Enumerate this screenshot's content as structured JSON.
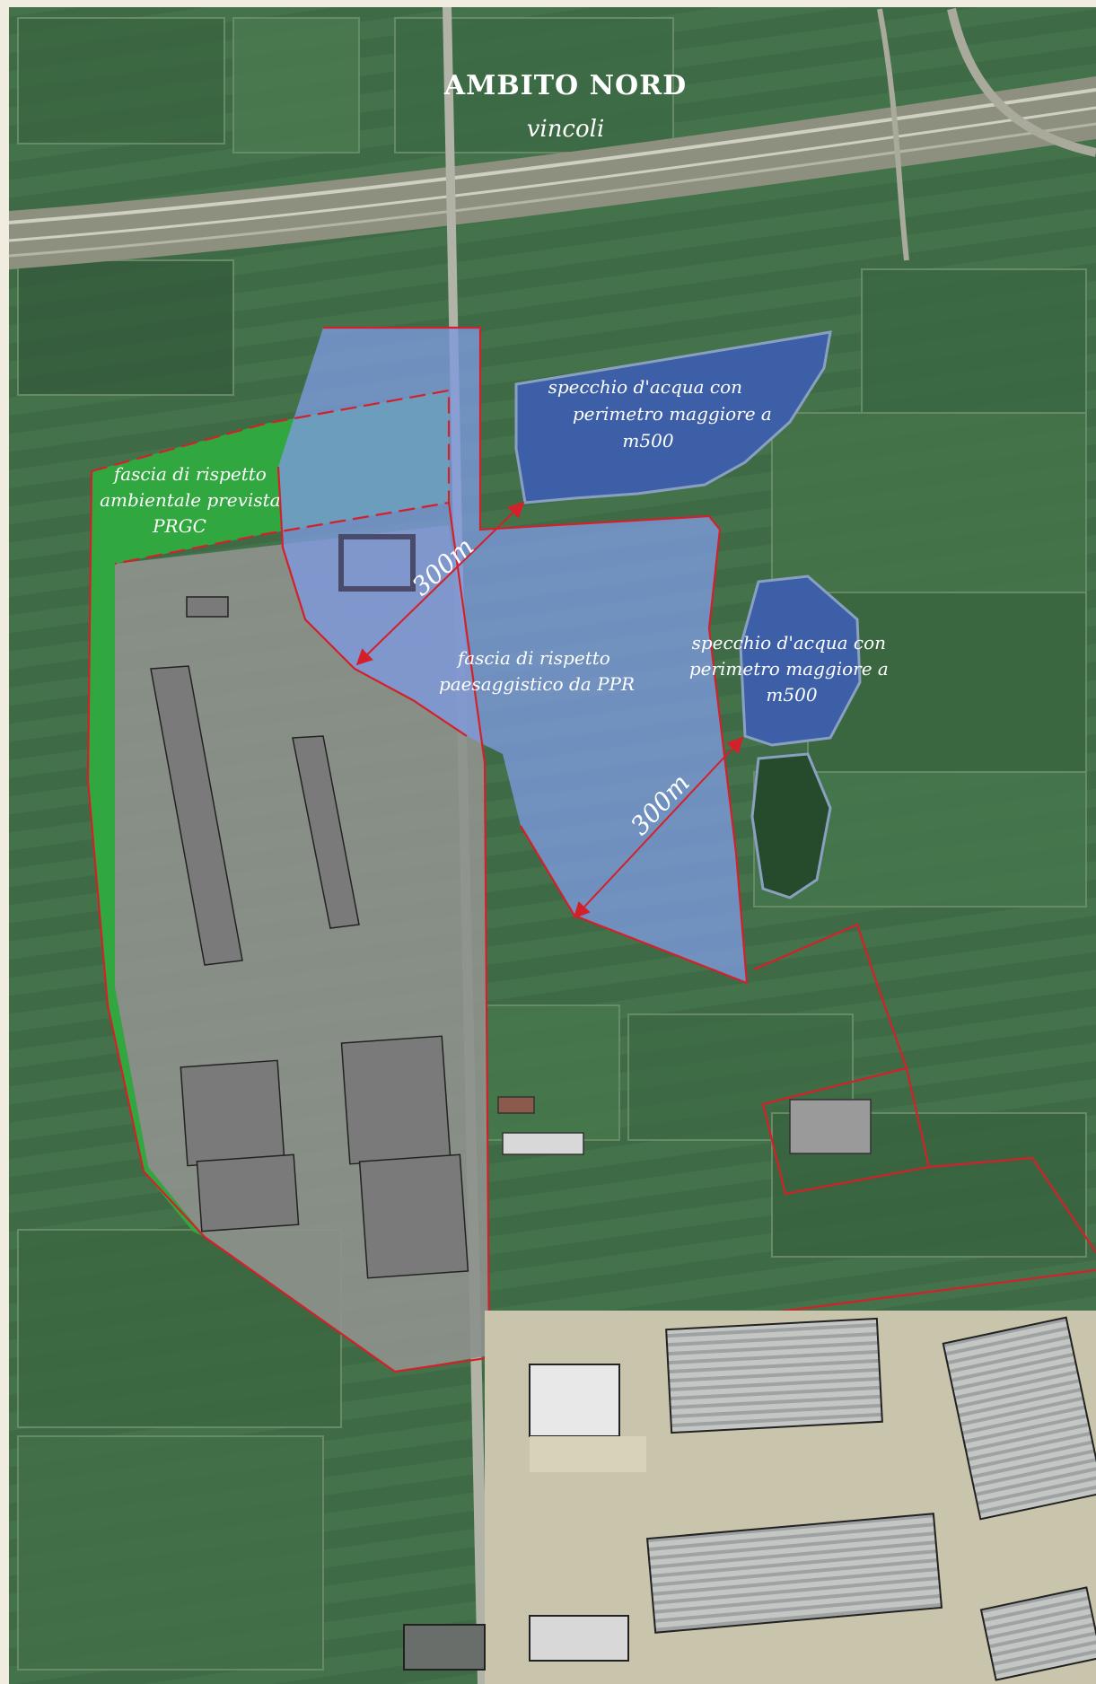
{
  "title": "AMBITO NORD",
  "subtitle": "vincoli",
  "labels": {
    "fascia_ambientale": [
      "fascia di rispetto",
      "ambientale prevista",
      "PRGC"
    ],
    "fascia_paesaggistica": [
      "fascia di rispetto",
      "paesaggistico da PPR"
    ],
    "specchio_nord": [
      "specchio d'acqua con",
      "perimetro maggiore a",
      "m500"
    ],
    "specchio_est": [
      "specchio d'acqua con",
      "perimetro maggiore a",
      "m500"
    ]
  },
  "distances": {
    "upper": "300m",
    "lower": "300m"
  },
  "colors": {
    "field_base": "#3e6a46",
    "field_light": "#4d7d52",
    "field_dark": "#2f5538",
    "water": "#3d5fa8",
    "buffer_blue": "#7e9ae0",
    "buffer_green": "#2fae3e",
    "boundary_red": "#d4202a",
    "site_grey": "#8a8e8a",
    "building_grey": "#7a7a7a",
    "industrial": "#b8b8b8",
    "road": "#9a9c90"
  }
}
